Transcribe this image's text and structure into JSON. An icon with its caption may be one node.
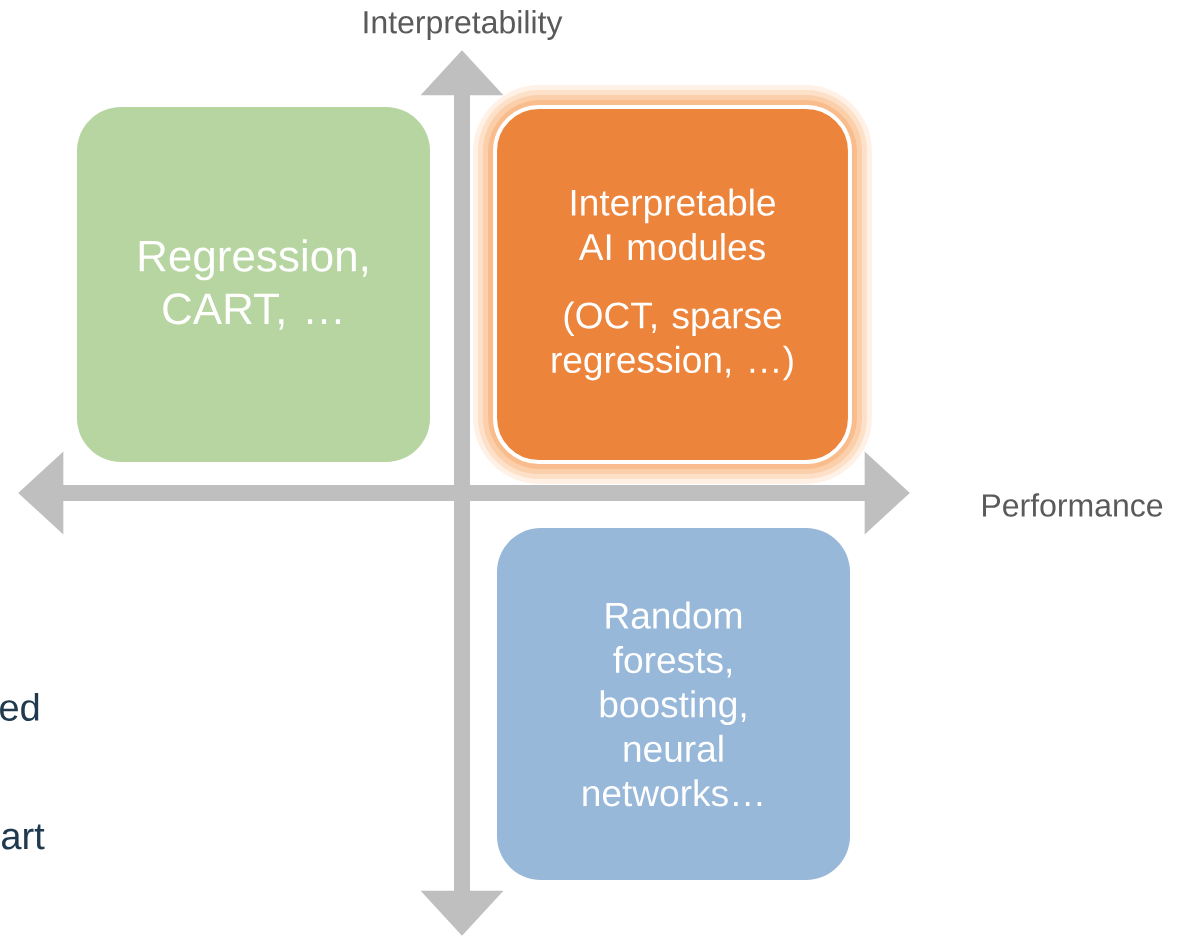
{
  "diagram": {
    "nodes": [
      {
        "text": [
          "Regression, CART, …"
        ]
      },
      {
        "text": [
          "Interpretable AI modules",
          "(OCT, sparse regression, …)"
        ]
      },
      {
        "text": [
          "Random forests, boosting, neural networks…"
        ]
      }
    ],
    "labels": [
      "Interpretability",
      "Performance",
      "ed",
      "art"
    ]
  }
}
